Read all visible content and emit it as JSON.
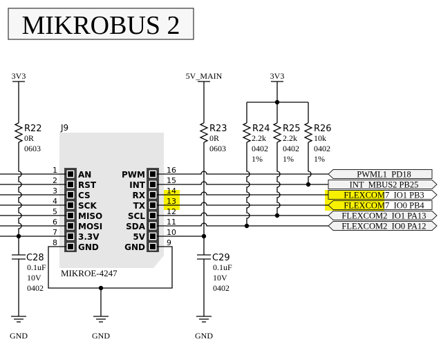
{
  "title": "MIKROBUS 2",
  "colors": {
    "highlight": "#f7f000",
    "connector_body": "#e6e6e6",
    "net_label_fill": "#f2f2f2",
    "wire": "#000000"
  },
  "power": {
    "left_rail": "3V3",
    "mid_rail": "5V_MAIN",
    "pullup_rail": "3V3",
    "gnd": "GND"
  },
  "connector": {
    "ref": "J9",
    "part": "MIKROE-4247",
    "left_pins": [
      {
        "num": "1",
        "name": "AN"
      },
      {
        "num": "2",
        "name": "RST"
      },
      {
        "num": "3",
        "name": "CS"
      },
      {
        "num": "4",
        "name": "SCK"
      },
      {
        "num": "5",
        "name": "MISO"
      },
      {
        "num": "6",
        "name": "MOSI"
      },
      {
        "num": "7",
        "name": "3.3V"
      },
      {
        "num": "8",
        "name": "GND"
      }
    ],
    "right_pins": [
      {
        "num": "16",
        "name": "PWM",
        "highlight": false
      },
      {
        "num": "15",
        "name": "INT",
        "highlight": false
      },
      {
        "num": "14",
        "name": "RX",
        "highlight": true
      },
      {
        "num": "13",
        "name": "TX",
        "highlight": true
      },
      {
        "num": "12",
        "name": "SCL",
        "highlight": false
      },
      {
        "num": "11",
        "name": "SDA",
        "highlight": false
      },
      {
        "num": "10",
        "name": "5V",
        "highlight": false
      },
      {
        "num": "9",
        "name": "GND",
        "highlight": false
      }
    ]
  },
  "resistors": [
    {
      "ref": "R22",
      "value": "0R",
      "package": "0603",
      "tol": ""
    },
    {
      "ref": "R23",
      "value": "0R",
      "package": "0603",
      "tol": ""
    },
    {
      "ref": "R24",
      "value": "2.2k",
      "package": "0402",
      "tol": "1%"
    },
    {
      "ref": "R25",
      "value": "2.2k",
      "package": "0402",
      "tol": "1%"
    },
    {
      "ref": "R26",
      "value": "10k",
      "package": "0402",
      "tol": "1%"
    }
  ],
  "capacitors": [
    {
      "ref": "C28",
      "value": "0.1uF",
      "voltage": "10V",
      "package": "0402"
    },
    {
      "ref": "C29",
      "value": "0.1uF",
      "voltage": "10V",
      "package": "0402"
    }
  ],
  "net_labels": [
    {
      "part1": "PWML1",
      "part2": "PD18",
      "shape": "input",
      "highlight": false
    },
    {
      "part1": "INT",
      "part2": "MBUS2  PB25",
      "shape": "output",
      "highlight": false
    },
    {
      "part1": "FLEXCOM7",
      "part2": "IO1  PB3",
      "shape": "output",
      "highlight": true
    },
    {
      "part1": "FLEXCOM7",
      "part2": "IO0  PB4",
      "shape": "input",
      "highlight": true
    },
    {
      "part1": "FLEXCOM2",
      "part2": "IO1  PA13",
      "shape": "bidir",
      "highlight": false
    },
    {
      "part1": "FLEXCOM2",
      "part2": "IO0  PA12",
      "shape": "bidir",
      "highlight": false
    }
  ]
}
